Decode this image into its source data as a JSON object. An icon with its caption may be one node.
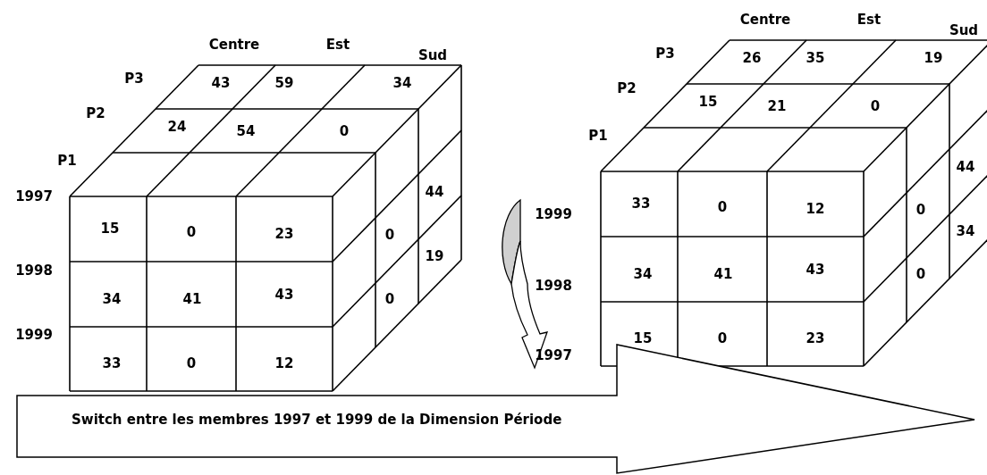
{
  "diagram": {
    "nodes": [
      {
        "text": [
          "Switch entre les membres 1997 et 1999 de la Dimension Période"
        ]
      }
    ],
    "labels": [
      "Centre",
      "Est",
      "Sud",
      "P3",
      "43",
      "59",
      "34",
      "P2",
      "24",
      "54",
      "0",
      "P1",
      "1997",
      "15",
      "0",
      "23",
      "0",
      "44",
      "19",
      "1998",
      "34",
      "41",
      "43",
      "0",
      "1999",
      "33",
      "0",
      "12",
      "Centre",
      "Est",
      "Sud",
      "P3",
      "26",
      "35",
      "19",
      "P2",
      "15",
      "21",
      "0",
      "P1",
      "1999",
      "33",
      "0",
      "12",
      "0",
      "44",
      "34",
      "1998",
      "34",
      "41",
      "43",
      "0",
      "1997",
      "15",
      "0",
      "23"
    ]
  }
}
